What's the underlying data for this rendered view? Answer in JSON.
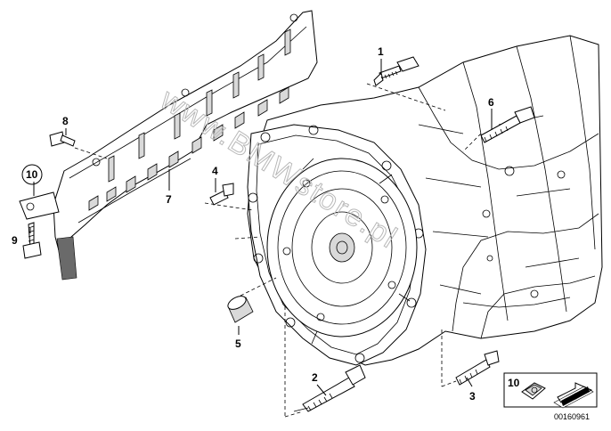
{
  "diagram": {
    "callouts": [
      {
        "id": "callout-1",
        "text": "1"
      },
      {
        "id": "callout-2",
        "text": "2"
      },
      {
        "id": "callout-3",
        "text": "3"
      },
      {
        "id": "callout-4",
        "text": "4"
      },
      {
        "id": "callout-5",
        "text": "5"
      },
      {
        "id": "callout-6",
        "text": "6"
      },
      {
        "id": "callout-7",
        "text": "7"
      },
      {
        "id": "callout-8",
        "text": "8"
      },
      {
        "id": "callout-9",
        "text": "9"
      },
      {
        "id": "callout-10",
        "text": "10"
      },
      {
        "id": "callout-10-inset",
        "text": "10"
      }
    ],
    "watermark": "www.BMWstore.pl",
    "document_id": "00160961"
  }
}
